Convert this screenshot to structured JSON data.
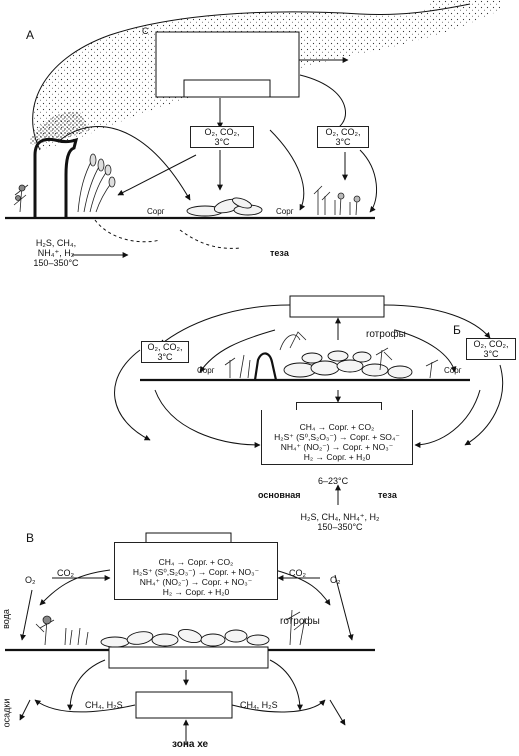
{
  "panel_a": {
    "letter": "А",
    "c_top": "C",
    "oxygen_box_1": "O₂, CO₂,",
    "temp_box_1": "3°C",
    "oxygen_box_2": "O₂, CO₂,",
    "temp_box_2": "3°C",
    "corg_1": "Cорг",
    "corg_2": "Cорг",
    "vent_gases_1": "H₂S, CH₄,",
    "vent_gases_2": "NH₄⁺, H₂",
    "vent_temp": "150–350°C",
    "label_synthesis": "тезa"
  },
  "panel_b": {
    "letter": "Б",
    "left_gas": "O₂, CO₂,",
    "left_temp": "3°C",
    "right_gas": "O₂, CO₂,",
    "right_temp": "3°C",
    "corg_left": "Cорг",
    "corg_right": "Cорг",
    "heterotrophs": "rотрофы",
    "reactions": [
      "CH₄ → Cорг. + CO₂",
      "H₂S⁺ (S⁰,S₂O₃⁻) → Cорг. + SO₄⁻",
      "NH₄⁺ (NO₂⁻) → Cорг. + NO₃⁻",
      "H₂ → Cорг. + H₂0"
    ],
    "reaction_temp": "6–23°C",
    "label_main_left": "основная",
    "label_main_right": "тезa",
    "vent_gases": "H₂S, CH₄, NH₄⁺, H₂",
    "vent_temp": "150–350°C"
  },
  "panel_c": {
    "letter": "В",
    "co2_left": "CO₂",
    "co2_right": "CO₂",
    "o2_left": "O₂",
    "o2_right": "O₂",
    "reactions": [
      "CH₄ → Cорг. + CO₂",
      "H₂S⁺ (S⁰,S₂O₃⁻) → Cорг. + NO₃⁻",
      "NH₄⁺ (NO₂⁻) → Cорг. + NO₃⁻",
      "H₂ → Cорг. + H₂0"
    ],
    "heterotrophs": "rотрофы",
    "label_water": "вода",
    "label_sediment": "осадки",
    "ch4_left": "CH₄, H₂S",
    "ch4_right": "CH₄, H₂S",
    "zone": "зона хе"
  }
}
